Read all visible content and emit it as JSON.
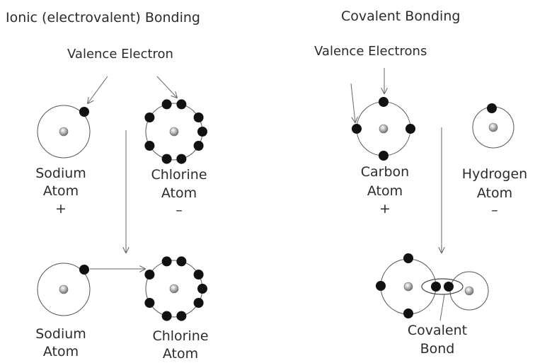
{
  "ionic": {
    "title": "Ionic (electrovalent) Bonding",
    "valence_label": "Valence Electron",
    "sodium": {
      "name": "Sodium",
      "word": "Atom",
      "charge": "+"
    },
    "chlorine": {
      "name": "Chlorine",
      "word": "Atom",
      "charge": "–"
    },
    "sodium_after": {
      "name": "Sodium",
      "word": "Atom"
    },
    "chlorine_after": {
      "name": "Chlorine",
      "word": "Atom"
    }
  },
  "covalent": {
    "title": "Covalent Bonding",
    "valence_label": "Valence Electrons",
    "carbon": {
      "name": "Carbon",
      "word": "Atom",
      "charge": "+"
    },
    "hydrogen": {
      "name": "Hydrogen",
      "word": "Atom",
      "charge": "–"
    },
    "bond_label_1": "Covalent",
    "bond_label_2": "Bond"
  },
  "colors": {
    "electron": "#111111",
    "nucleus": "#a8a8a8",
    "orbit": "#555555",
    "text": "#2b2b2b"
  }
}
